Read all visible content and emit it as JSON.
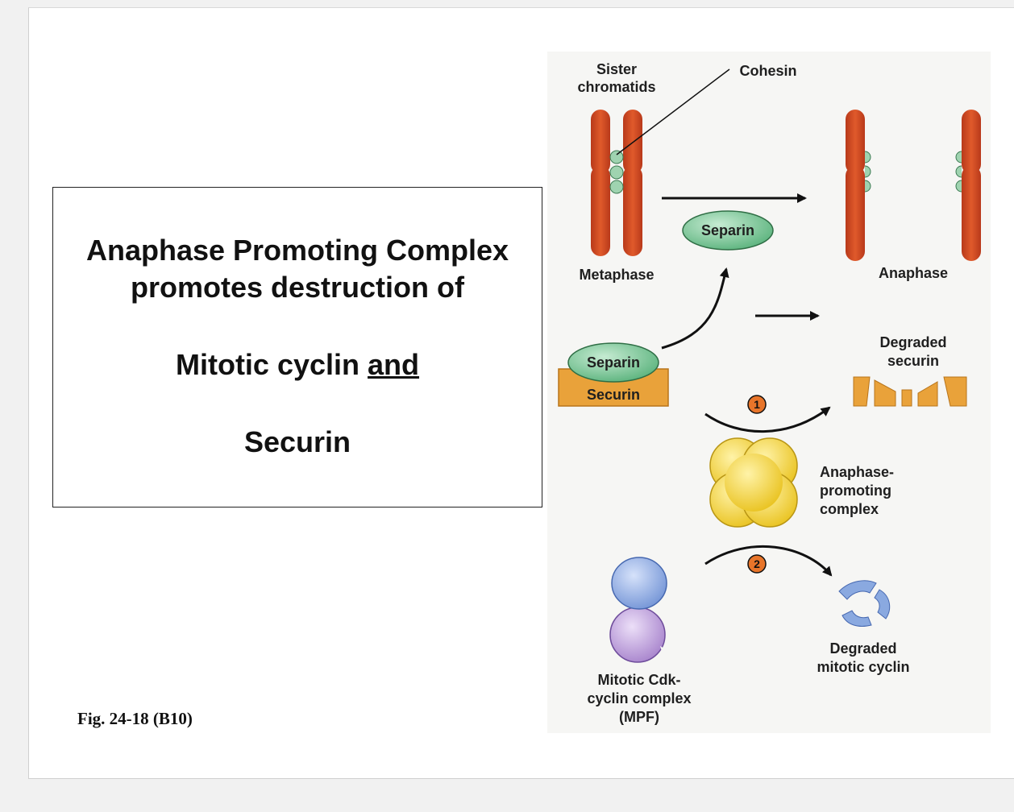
{
  "slide": {
    "title_lines": [
      "Anaphase Promoting Complex",
      "promotes destruction of",
      "Mitotic cyclin and",
      "Securin"
    ],
    "title_line3_prefix": "Mitotic cyclin ",
    "title_line3_underlined": "and",
    "figure_label": "Fig. 24-18 (B10)"
  },
  "diagram": {
    "labels": {
      "sister_chromatids_1": "Sister",
      "sister_chromatids_2": "chromatids",
      "cohesin": "Cohesin",
      "metaphase": "Metaphase",
      "anaphase": "Anaphase",
      "separin_free": "Separin",
      "separin_bound": "Separin",
      "securin": "Securin",
      "degraded_securin_1": "Degraded",
      "degraded_securin_2": "securin",
      "step_1": "1",
      "step_2": "2",
      "apc_1": "Anaphase-",
      "apc_2": "promoting",
      "apc_3": "complex",
      "mpf_1": "Mitotic Cdk-",
      "mpf_2": "cyclin complex",
      "mpf_3": "(MPF)",
      "degraded_cyclin_1": "Degraded",
      "degraded_cyclin_2": "mitotic cyclin"
    },
    "colors": {
      "chromatid": "#cf4a1e",
      "cohesin": "#9fd3b0",
      "separin": "#6cc08c",
      "securin": "#e9a23a",
      "apc": "#f2d23a",
      "cyclin_blue": "#8aa9e0",
      "cdk_purple": "#b89ad6",
      "step_badge": "#e8752a",
      "panel_bg": "#f6f6f4"
    }
  }
}
